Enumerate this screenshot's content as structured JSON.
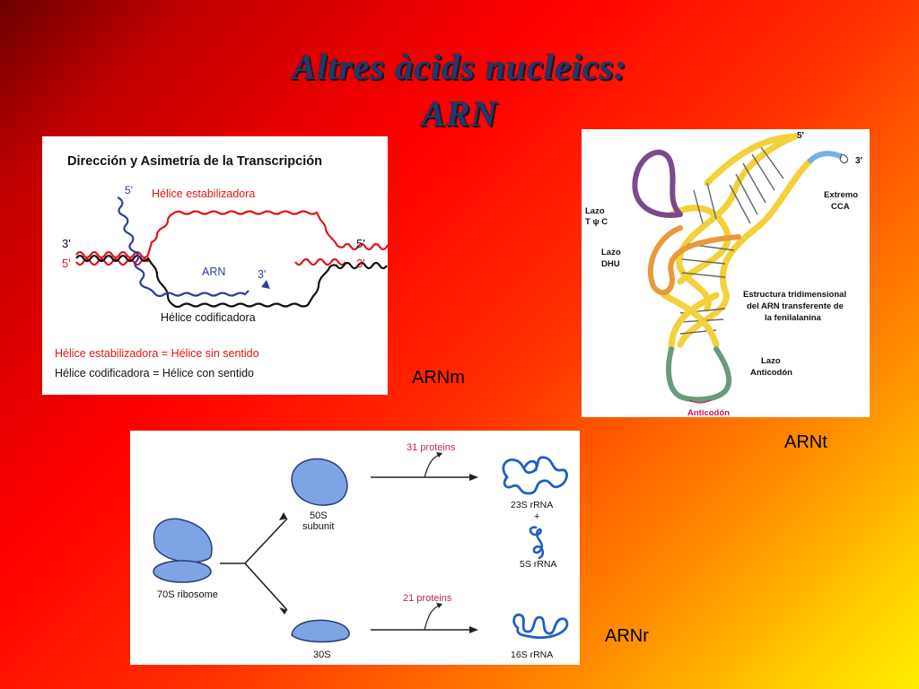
{
  "slide": {
    "title_line1": "Altres àcids nucleics:",
    "title_line2": "ARN"
  },
  "captions": {
    "mrna": "ARNm",
    "trna": "ARNt",
    "rrna": "ARNr"
  },
  "transcription_diagram": {
    "title": "Dirección y Asimetría de la Transcripción",
    "label_stabilizing": "Hélice estabilizadora",
    "label_coding": "Hélice codificadora",
    "label_arn": "ARN",
    "label_5prime_top": "5'",
    "label_3prime_arn": "3'",
    "left_end_top": "3'",
    "left_end_bottom": "5'",
    "right_end_top": "5'",
    "right_end_bottom": "3'",
    "legend_line1": "Hélice estabilizadora = Hélice sin sentido",
    "legend_line2": "Hélice codificadora = Hélice con sentido",
    "colors": {
      "stabilizing": "#e0141e",
      "coding": "#111111",
      "arn": "#2e3ea0"
    }
  },
  "trna_diagram": {
    "label_5prime": "5'",
    "label_3prime": "3'",
    "label_cca_1": "Extremo",
    "label_cca_2": "CCA",
    "label_loop_t_1": "Lazo",
    "label_loop_t_2": "T ψ C",
    "label_loop_dhu_1": "Lazo",
    "label_loop_dhu_2": "DHU",
    "desc_1": "Estructura tridimensional",
    "desc_2": "del ARN transferente de",
    "desc_3": "la fenilalanina",
    "label_anticodon_loop_1": "Lazo",
    "label_anticodon_loop_2": "Anticodón",
    "label_anticodon": "Anticodón",
    "colors": {
      "backbone": "#f2d13a",
      "loop_t": "#7a4a8a",
      "loop_dhu": "#e89a3a",
      "anticodon": "#6a9a7a",
      "cca": "#7ab0e0",
      "anticodon_label": "#c0185a"
    }
  },
  "ribosome_diagram": {
    "label_70s": "70S ribosome",
    "label_50s_1": "50S",
    "label_50s_2": "subunit",
    "label_30s": "30S",
    "label_31_proteins": "31 proteins",
    "label_21_proteins": "21 proteins",
    "label_23s": "23S rRNA",
    "label_plus": "+",
    "label_5s": "5S rRNA",
    "label_16s": "16S rRNA",
    "colors": {
      "subunit": "#7ea4e6",
      "rna": "#2060c0",
      "protein_label": "#c02850"
    }
  }
}
